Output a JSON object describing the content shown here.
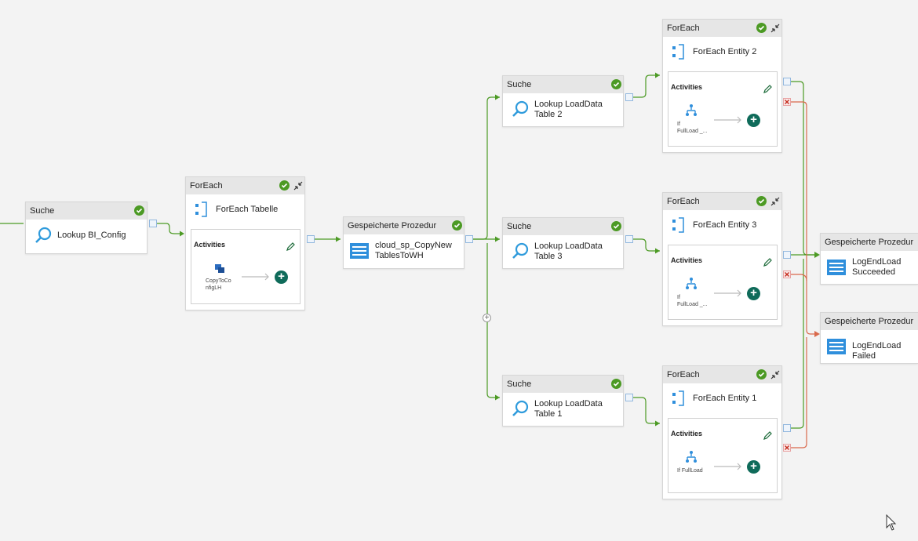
{
  "colors": {
    "success": "#4c9a24",
    "failure": "#d9694c",
    "accent": "#2f8fdc"
  },
  "nodes": {
    "lookup_bi_config": {
      "type": "Suche",
      "title": "Lookup BI_Config"
    },
    "foreach_tabelle": {
      "type": "ForEach",
      "title": "ForEach Tabelle",
      "activities_label": "Activities",
      "inner_activity": "CopyToCo\nnfigLH"
    },
    "sp_copy": {
      "type": "Gespeicherte Prozedur",
      "title": "cloud_sp_CopyNew\nTablesToWH"
    },
    "lookup_t2": {
      "type": "Suche",
      "title": "Lookup LoadData\nTable 2"
    },
    "lookup_t3": {
      "type": "Suche",
      "title": "Lookup LoadData\nTable 3"
    },
    "lookup_t1": {
      "type": "Suche",
      "title": "Lookup LoadData\nTable 1"
    },
    "foreach_e2": {
      "type": "ForEach",
      "title": "ForEach Entity 2",
      "activities_label": "Activities",
      "inner_activity": "If\nFullLoad _..."
    },
    "foreach_e3": {
      "type": "ForEach",
      "title": "ForEach Entity 3",
      "activities_label": "Activities",
      "inner_activity": "If\nFullLoad _..."
    },
    "foreach_e1": {
      "type": "ForEach",
      "title": "ForEach Entity 1",
      "activities_label": "Activities",
      "inner_activity": "If FullLoad"
    },
    "log_succ": {
      "type": "Gespeicherte Prozedur",
      "title": "LogEndLoad\nSucceeded"
    },
    "log_fail": {
      "type": "Gespeicherte Prozedur",
      "title": "LogEndLoad Failed"
    }
  },
  "plus_symbol": "+",
  "add_symbol": "+"
}
